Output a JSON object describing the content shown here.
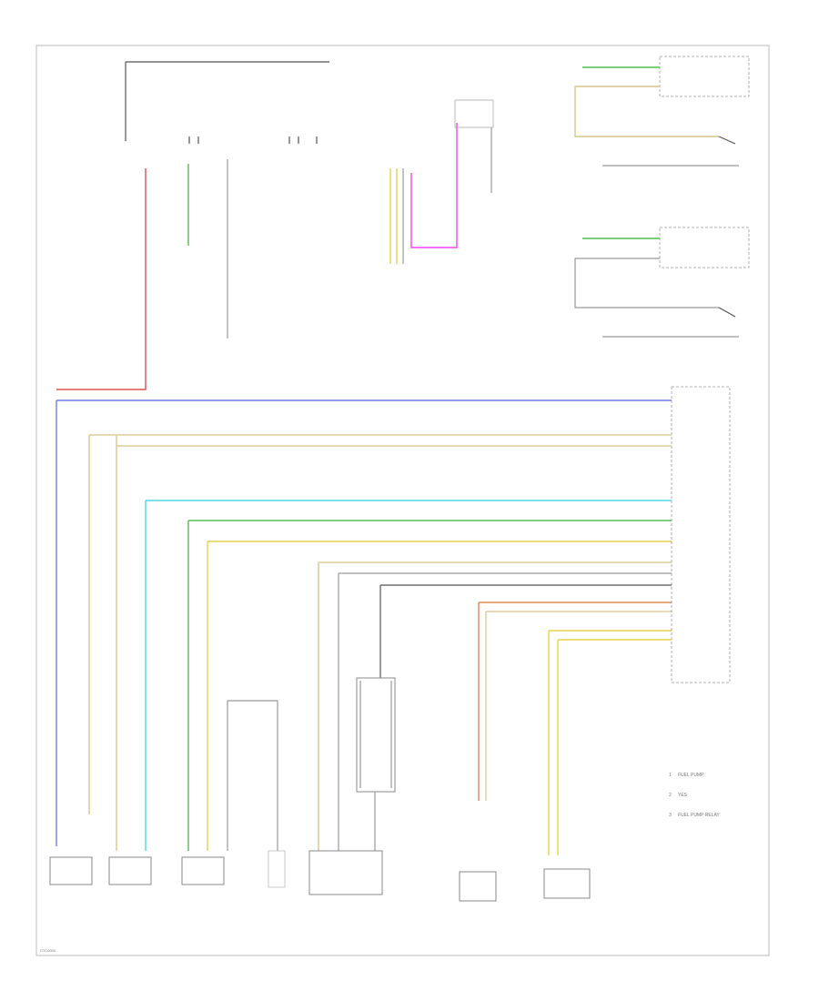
{
  "diagram": {
    "legend": [
      {
        "marker": "1",
        "text": "FUEL PUMP"
      },
      {
        "marker": "2",
        "text": "YES"
      },
      {
        "marker": "3",
        "text": "FUEL PUMP RELAY"
      }
    ],
    "footer_code": "DTC0000",
    "colors": {
      "red": "#e05050",
      "blue": "#6f7fe0",
      "tan": "#d8c48a",
      "cyan": "#4fd8e0",
      "green": "#4fbf4f",
      "yellow": "#e6d24a",
      "magenta": "#ef44ef",
      "orange": "#e08a4f",
      "gray": "#9a9a9a"
    }
  }
}
